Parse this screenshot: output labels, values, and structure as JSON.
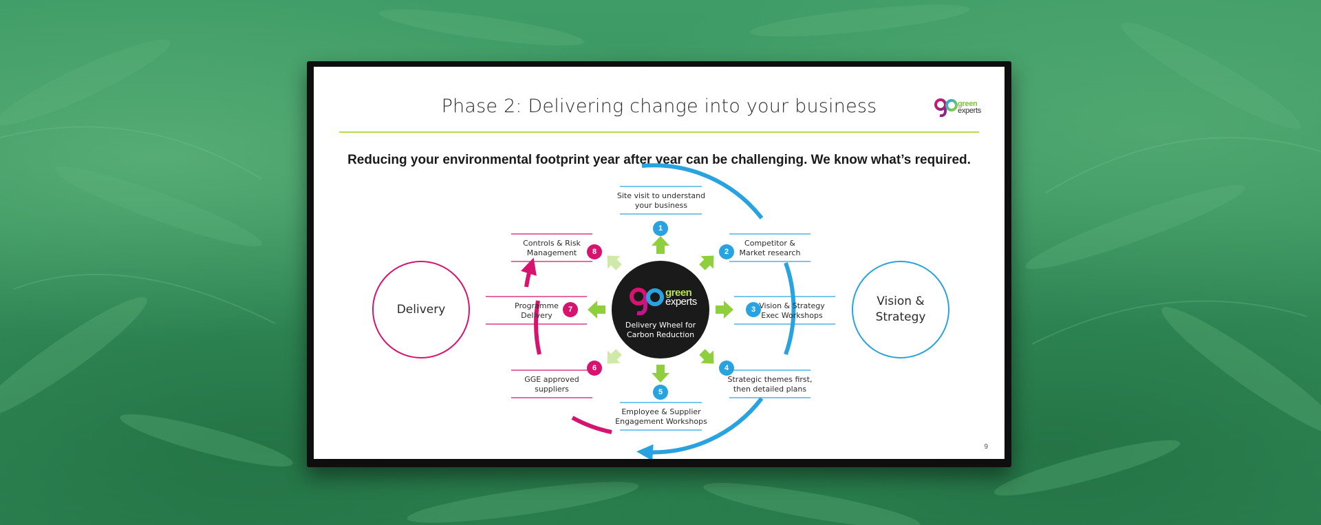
{
  "slide": {
    "title": "Phase 2: Delivering change into your business",
    "subtitle": "Reducing your environmental footprint year after year can be challenging. We know what’s required.",
    "page_number": "9"
  },
  "logo": {
    "line1": "green",
    "line2": "experts"
  },
  "hub": {
    "logo_line1": "green",
    "logo_line2": "experts",
    "caption_line1": "Delivery Wheel for",
    "caption_line2": "Carbon Reduction"
  },
  "outer_left": "Delivery",
  "outer_right_line1": "Vision &",
  "outer_right_line2": "Strategy",
  "steps": [
    {
      "number": "1",
      "line1": "Site visit to understand",
      "line2": "your business",
      "color": "#29a3e0"
    },
    {
      "number": "2",
      "line1": "Competitor &",
      "line2": "Market research",
      "color": "#29a3e0"
    },
    {
      "number": "3",
      "line1": "Vision & Strategy",
      "line2": "Exec Workshops",
      "color": "#29a3e0"
    },
    {
      "number": "4",
      "line1": "Strategic themes first,",
      "line2": "then detailed plans",
      "color": "#29a3e0"
    },
    {
      "number": "5",
      "line1": "Employee & Supplier",
      "line2": "Engagement Workshops",
      "color": "#29a3e0"
    },
    {
      "number": "6",
      "line1": "GGE approved",
      "line2": "suppliers",
      "color": "#d6136f"
    },
    {
      "number": "7",
      "line1": "Programme",
      "line2": "Delivery",
      "color": "#d6136f"
    },
    {
      "number": "8",
      "line1": "Controls & Risk",
      "line2": "Management",
      "color": "#d6136f"
    }
  ],
  "colors": {
    "blue": "#29a3e0",
    "magenta": "#d6136f",
    "green": "#8fcf3c",
    "rule": "#b4dd4a",
    "hub": "#1a1a1a"
  }
}
